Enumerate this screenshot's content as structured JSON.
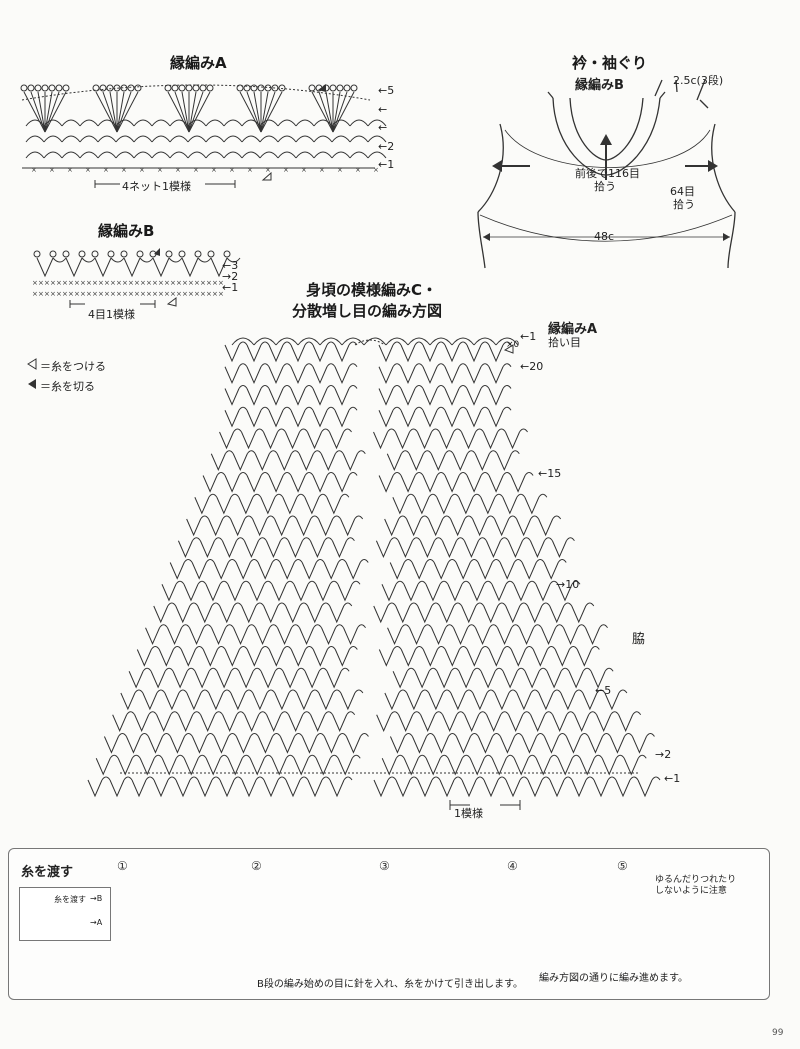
{
  "edge_a": {
    "title": "縁編みA",
    "row_labels": [
      "←5",
      "←",
      "←",
      "←2",
      "←1"
    ],
    "repeat_label": "4ネット1模様"
  },
  "edge_b": {
    "title": "縁編みB",
    "row_labels": [
      "←3",
      "→2",
      "←1"
    ],
    "repeat_label": "4目1模様"
  },
  "legend": [
    {
      "symbol": "◁",
      "text": "＝糸をつける"
    },
    {
      "symbol": "◀",
      "text": "＝糸を切る"
    }
  ],
  "neck_armhole": {
    "title": "衿・袖ぐり",
    "subtitle": "縁編みB",
    "rows": "2.5c(3段)",
    "front_back_pick": "前後で116目",
    "front_back_pick2": "拾う",
    "armhole_pick": "64目",
    "armhole_pick2": "拾う",
    "width": "48c"
  },
  "body": {
    "title1": "身頃の模様編みC・",
    "title2": "分散増し目の編み方図",
    "edge_label": "縁編みA",
    "pick_label": "拾い目",
    "row_markers": [
      "←1",
      "×0",
      "←20",
      "←15",
      "→10",
      "←5",
      "→2",
      "←1"
    ],
    "side_label": "脇",
    "repeat_label": "1模様"
  },
  "steps": {
    "title": "糸を渡す",
    "mini_label1": "糸を渡す",
    "mini_label2": "→B",
    "mini_label3": "→A",
    "nums": [
      "①",
      "②",
      "③",
      "④",
      "⑤"
    ],
    "caption1": "B段の編み始めの目に針を入れ、糸をかけて引き出します。",
    "caption2": "編み方図の通りに編み進めます。",
    "note": "ゆるんだりつれたり\nしないように注意"
  },
  "page_number": "99"
}
